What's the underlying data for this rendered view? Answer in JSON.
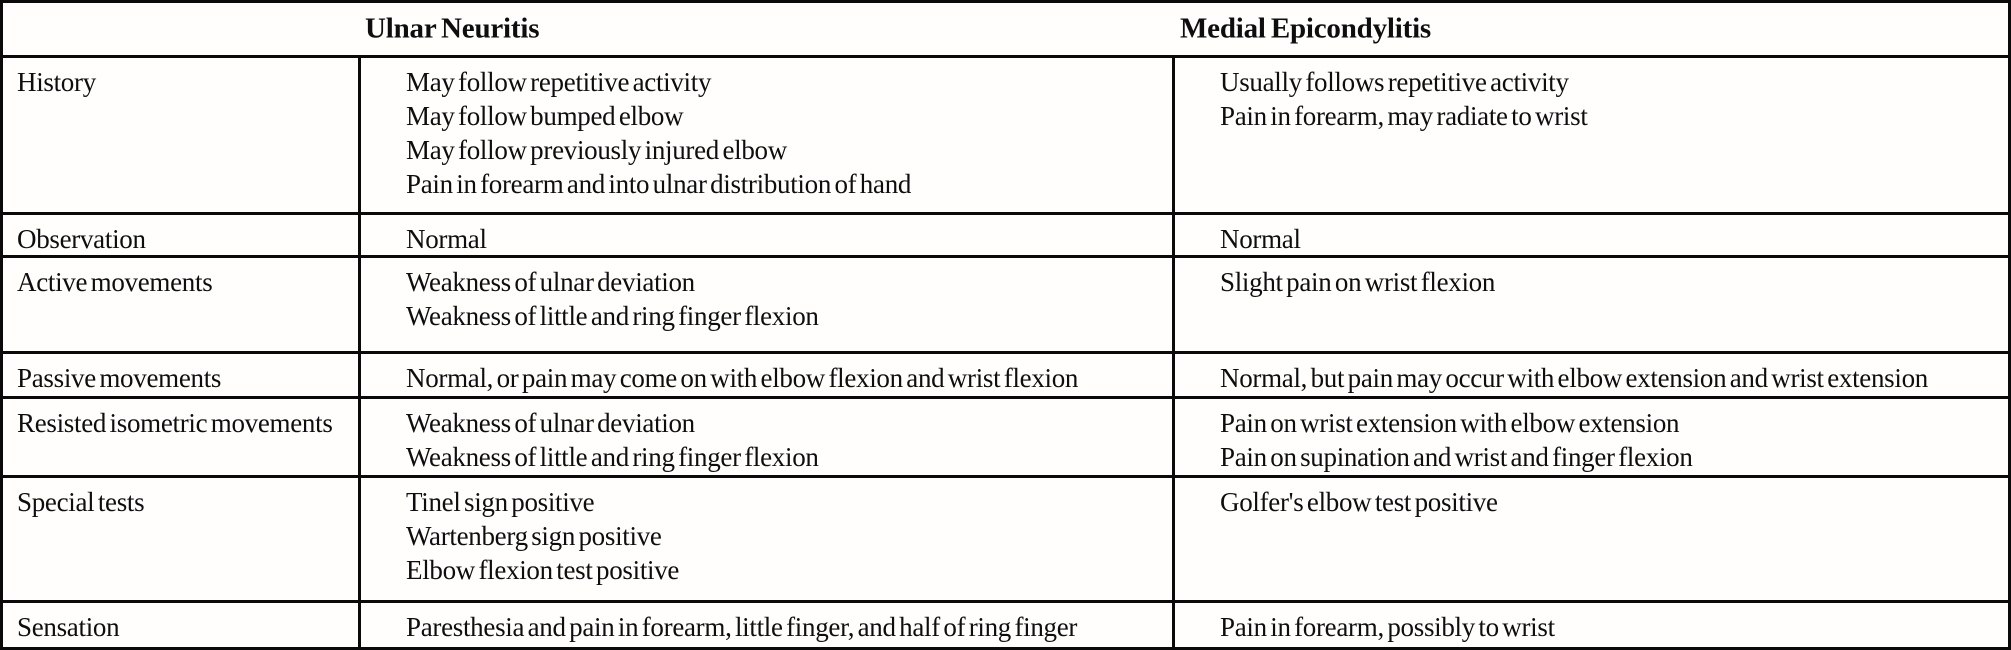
{
  "table": {
    "title_columns": {
      "ulnar": "Ulnar Neuritis",
      "medial": "Medial Epicondylitis"
    },
    "rows": [
      {
        "label": "History",
        "ulnar": [
          "May follow repetitive activity",
          "May follow bumped elbow",
          "May follow previously injured elbow",
          "Pain in forearm and into ulnar distribution of hand"
        ],
        "medial": [
          "Usually follows repetitive activity",
          "Pain in forearm, may radiate to wrist"
        ]
      },
      {
        "label": "Observation",
        "ulnar": [
          "Normal"
        ],
        "medial": [
          "Normal"
        ]
      },
      {
        "label": "Active movements",
        "ulnar": [
          "Weakness of ulnar deviation",
          "Weakness of little and ring finger flexion"
        ],
        "medial": [
          "Slight pain on wrist flexion"
        ]
      },
      {
        "label": "Passive movements",
        "ulnar": [
          "Normal, or pain may come on with elbow flexion and wrist flexion"
        ],
        "medial": [
          "Normal, but pain may occur with elbow extension and wrist extension"
        ]
      },
      {
        "label": "Resisted isometric movements",
        "ulnar": [
          "Weakness of ulnar deviation",
          "Weakness of little and ring finger flexion"
        ],
        "medial": [
          "Pain on wrist extension with elbow extension",
          "Pain on supination and wrist and finger flexion"
        ]
      },
      {
        "label": "Special tests",
        "ulnar": [
          "Tinel sign positive",
          "Wartenberg sign positive",
          "Elbow flexion test positive"
        ],
        "medial": [
          "Golfer's elbow test positive"
        ]
      },
      {
        "label": "Sensation",
        "ulnar": [
          "Paresthesia and pain in forearm, little finger, and half of ring finger"
        ],
        "medial": [
          "Pain in forearm, possibly to wrist"
        ]
      }
    ],
    "colors": {
      "border": "#0a0a0a",
      "text": "#0e0e0e",
      "background": "#fffefd"
    }
  }
}
